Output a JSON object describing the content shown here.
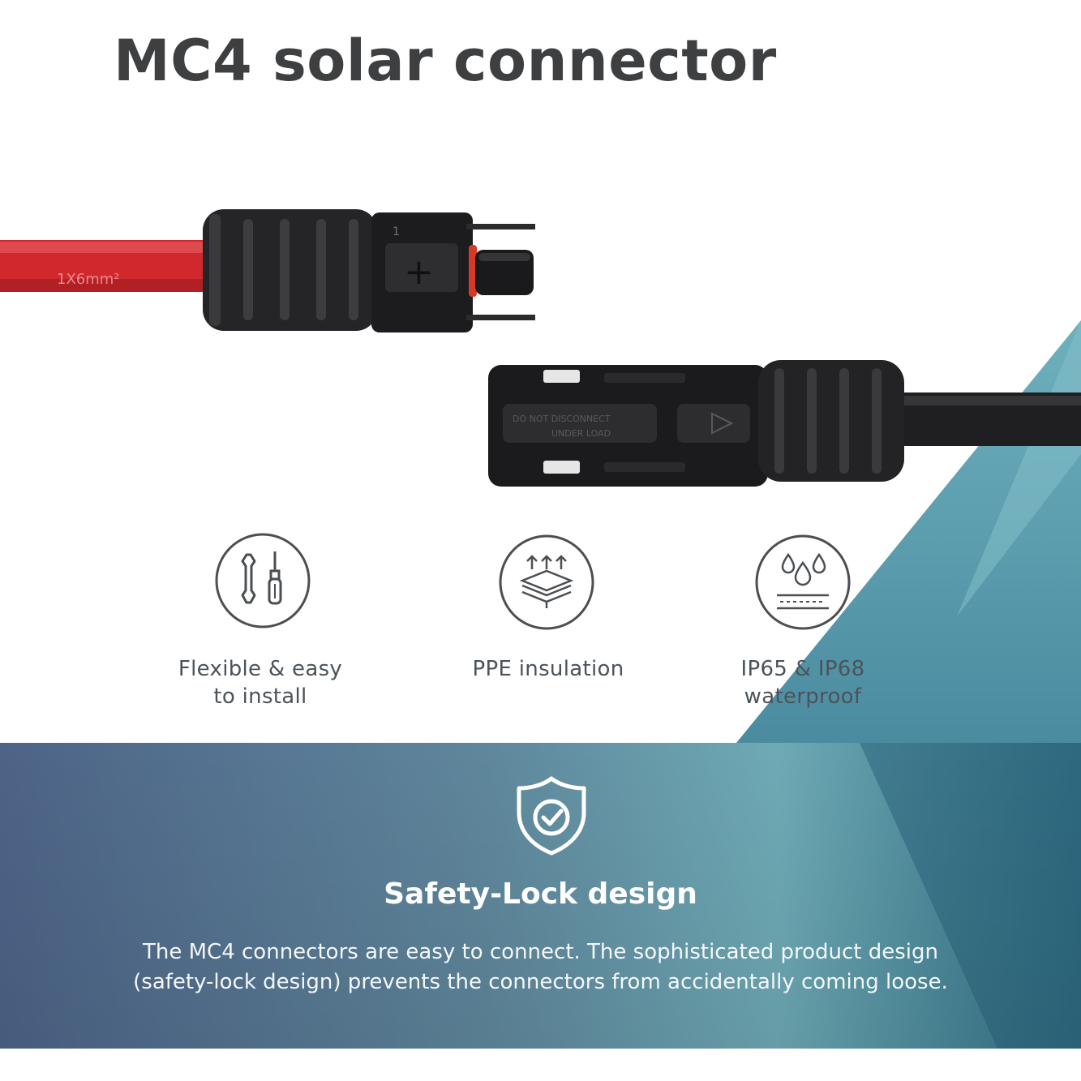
{
  "title": "MC4 solar connector",
  "features": [
    {
      "icon": "tools-icon",
      "lines": [
        "Flexible & easy",
        "to install"
      ]
    },
    {
      "icon": "insulation-layers-icon",
      "lines": [
        "PPE insulation"
      ]
    },
    {
      "icon": "water-drops-icon",
      "lines": [
        "IP65 & IP68",
        "waterproof"
      ]
    }
  ],
  "safety": {
    "icon": "shield-check-icon",
    "heading": "Safety-Lock design",
    "lines": [
      "The MC4 connectors are easy to connect. The sophisticated product design",
      "(safety-lock design) prevents the connectors from accidentally coming loose."
    ]
  },
  "connectors": {
    "male_cable_print": "1X6mm²",
    "male_marking": "+",
    "male_number": "1",
    "female_print_1": "DO NOT DISCONNECT",
    "female_print_2": "UNDER LOAD"
  },
  "colors": {
    "title": "#3d3f41",
    "label": "#4b5358",
    "red_cable": "#d1282e",
    "band_left": "#4d6387",
    "band_right": "#2f6e84",
    "teal_accent": "#5fa3b2"
  }
}
